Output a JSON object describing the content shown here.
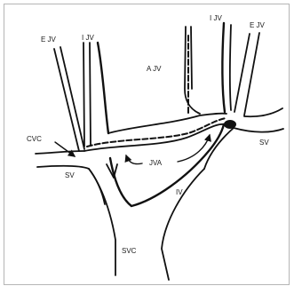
{
  "labels": {
    "ejv_left": "E JV",
    "ijv_left": "I JV",
    "ajv": "A JV",
    "ijv_right": "I JV",
    "ejv_right": "E JV",
    "cvc": "CVC",
    "sv_left": "SV",
    "jva": "JVA",
    "sv_right": "SV",
    "iv": "IV",
    "svc": "SVC"
  },
  "colors": {
    "stroke": "#111111",
    "background": "#ffffff",
    "border": "#b5b5b5"
  }
}
